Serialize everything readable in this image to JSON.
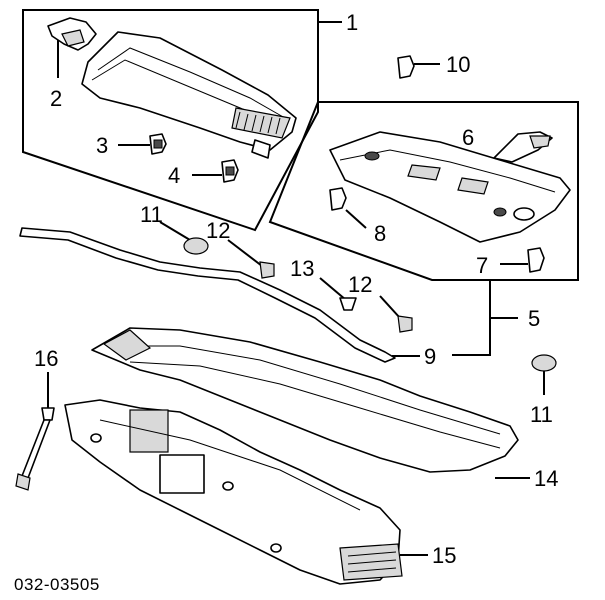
{
  "diagram": {
    "part_number": "032-03505",
    "callouts": [
      {
        "id": "c1",
        "label": "1"
      },
      {
        "id": "c2",
        "label": "2"
      },
      {
        "id": "c3",
        "label": "3"
      },
      {
        "id": "c4",
        "label": "4"
      },
      {
        "id": "c5",
        "label": "5"
      },
      {
        "id": "c6",
        "label": "6"
      },
      {
        "id": "c7",
        "label": "7"
      },
      {
        "id": "c8",
        "label": "8"
      },
      {
        "id": "c9",
        "label": "9"
      },
      {
        "id": "c10",
        "label": "10"
      },
      {
        "id": "c11a",
        "label": "11"
      },
      {
        "id": "c11b",
        "label": "11"
      },
      {
        "id": "c12a",
        "label": "12"
      },
      {
        "id": "c12b",
        "label": "12"
      },
      {
        "id": "c13",
        "label": "13"
      },
      {
        "id": "c14",
        "label": "14"
      },
      {
        "id": "c15",
        "label": "15"
      },
      {
        "id": "c16",
        "label": "16"
      }
    ]
  }
}
